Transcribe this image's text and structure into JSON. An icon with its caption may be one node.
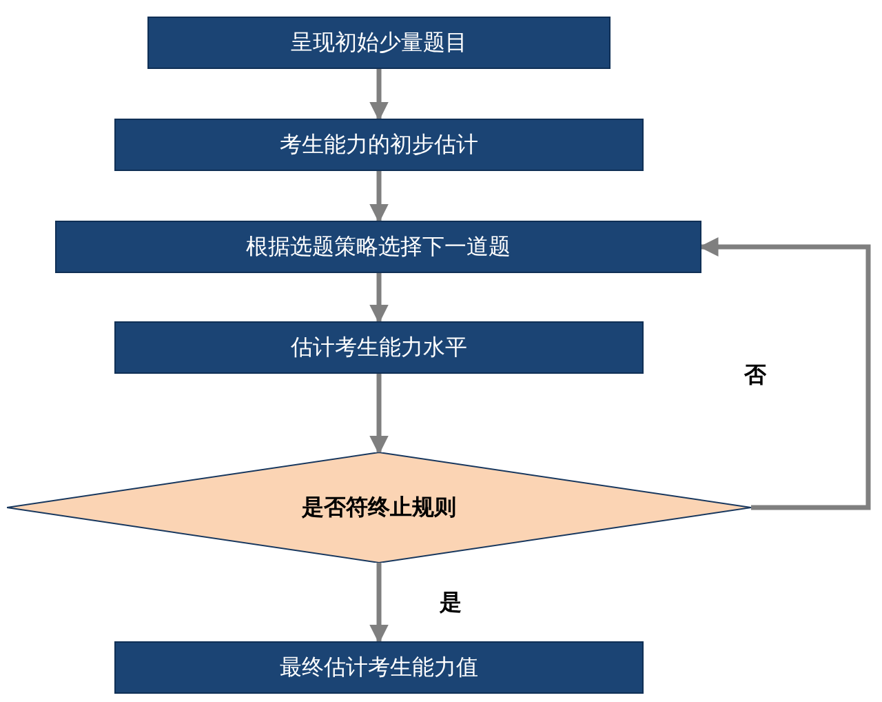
{
  "diagram": {
    "nodes": [
      {
        "text": [
          "呈现初始少量题目"
        ]
      },
      {
        "text": [
          "考生能力的初步估计"
        ]
      },
      {
        "text": [
          "根据选题策略选择下一道题"
        ]
      },
      {
        "text": [
          "估计考生能力水平"
        ]
      },
      {
        "text": [
          "是否符终止规则"
        ]
      },
      {
        "text": [
          "最终估计考生能力值"
        ]
      }
    ],
    "edges": [
      {
        "from": 0,
        "to": 1,
        "arrow": "to"
      },
      {
        "from": 1,
        "to": 2,
        "arrow": "to"
      },
      {
        "from": 2,
        "to": 3,
        "arrow": "to"
      },
      {
        "from": 3,
        "to": 4,
        "arrow": "to"
      },
      {
        "from": 4,
        "to": 5,
        "arrow": "to",
        "label": "是"
      },
      {
        "from": 4,
        "to": 2,
        "arrow": "to",
        "label": "否"
      }
    ]
  }
}
